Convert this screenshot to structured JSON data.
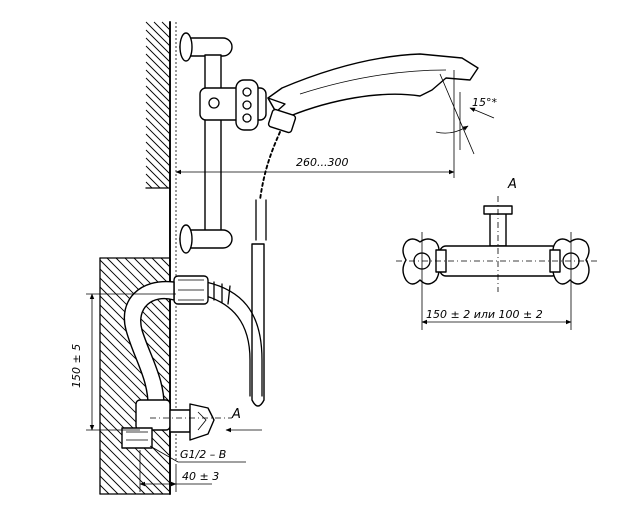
{
  "dimensions": {
    "reach": "260...300",
    "angle": "15°*",
    "height": "150 ± 5",
    "offset": "40 ± 3",
    "thread": "G1/2 – B",
    "spacing": "150 ± 2 или 100 ± 2"
  },
  "views": {
    "view_arrow_label": "A",
    "view_title": "A"
  }
}
